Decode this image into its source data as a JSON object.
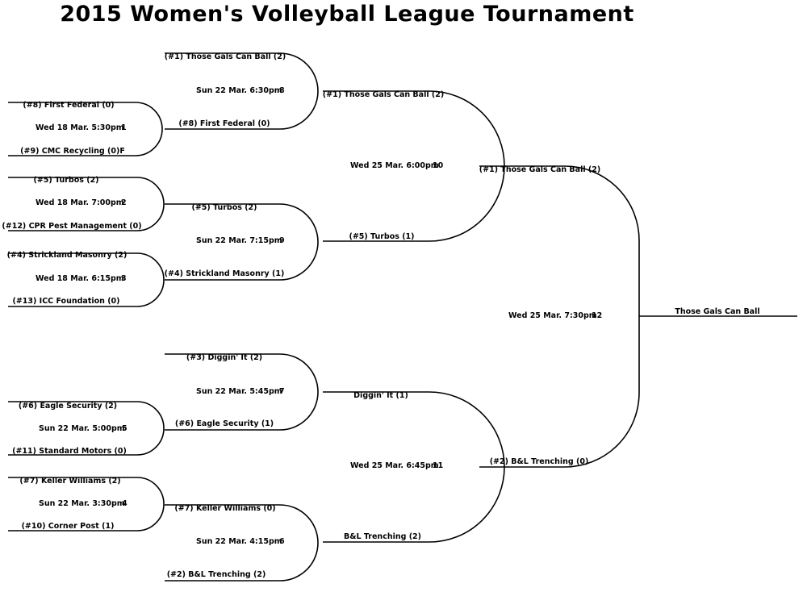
{
  "title": "2015 Women's Volleyball League Tournament",
  "champion": "Those Gals Can Ball",
  "round1": {
    "g1": {
      "top": "(#8) First Federal (0)",
      "time": "Wed 18 Mar. 5:30pm",
      "num": "1",
      "bottom": "(#9) CMC Recycling (0)F"
    },
    "g2": {
      "top": "(#5) Turbos (2)",
      "time": "Wed 18 Mar. 7:00pm",
      "num": "2",
      "bottom": "(#12) CPR Pest Management (0)"
    },
    "g3": {
      "top": "(#4) Strickland Masonry (2)",
      "time": "Wed 18 Mar. 6:15pm",
      "num": "3",
      "bottom": "(#13) ICC Foundation (0)"
    },
    "g5": {
      "top": "(#6) Eagle Security (2)",
      "time": "Sun 22 Mar. 5:00pm",
      "num": "5",
      "bottom": "(#11) Standard Motors (0)"
    },
    "g4": {
      "top": "(#7) Keller Williams (2)",
      "time": "Sun 22 Mar. 3:30pm",
      "num": "4",
      "bottom": "(#10) Corner Post (1)"
    }
  },
  "round2": {
    "g8": {
      "top": "(#1) Those Gals Can Ball (2)",
      "time": "Sun 22 Mar. 6:30pm",
      "num": "8",
      "bottom": "(#8) First Federal (0)"
    },
    "g9": {
      "top": "(#5) Turbos (2)",
      "time": "Sun 22 Mar. 7:15pm",
      "num": "9",
      "bottom": "(#4) Strickland Masonry (1)"
    },
    "g7": {
      "top": "(#3) Diggin' It (2)",
      "time": "Sun 22 Mar. 5:45pm",
      "num": "7",
      "bottom": "(#6) Eagle Security (1)"
    },
    "g6": {
      "top": "(#7) Keller Williams (0)",
      "time": "Sun 22 Mar. 4:15pm",
      "num": "6",
      "bottom": "(#2) B&L Trenching (2)"
    }
  },
  "round3": {
    "g10": {
      "top": "(#1) Those Gals Can Ball (2)",
      "time": "Wed 25 Mar. 6:00pm",
      "num": "10",
      "bottom": "(#5) Turbos (1)"
    },
    "g11": {
      "top": "Diggin' It (1)",
      "time": "Wed 25 Mar. 6:45pm",
      "num": "11",
      "bottom": "B&L Trenching (2)"
    }
  },
  "final": {
    "g12": {
      "top": "(#1) Those Gals Can Ball (2)",
      "time": "Wed 25 Mar. 7:30pm",
      "num": "12",
      "bottom": "(#2) B&L Trenching (0)"
    }
  }
}
